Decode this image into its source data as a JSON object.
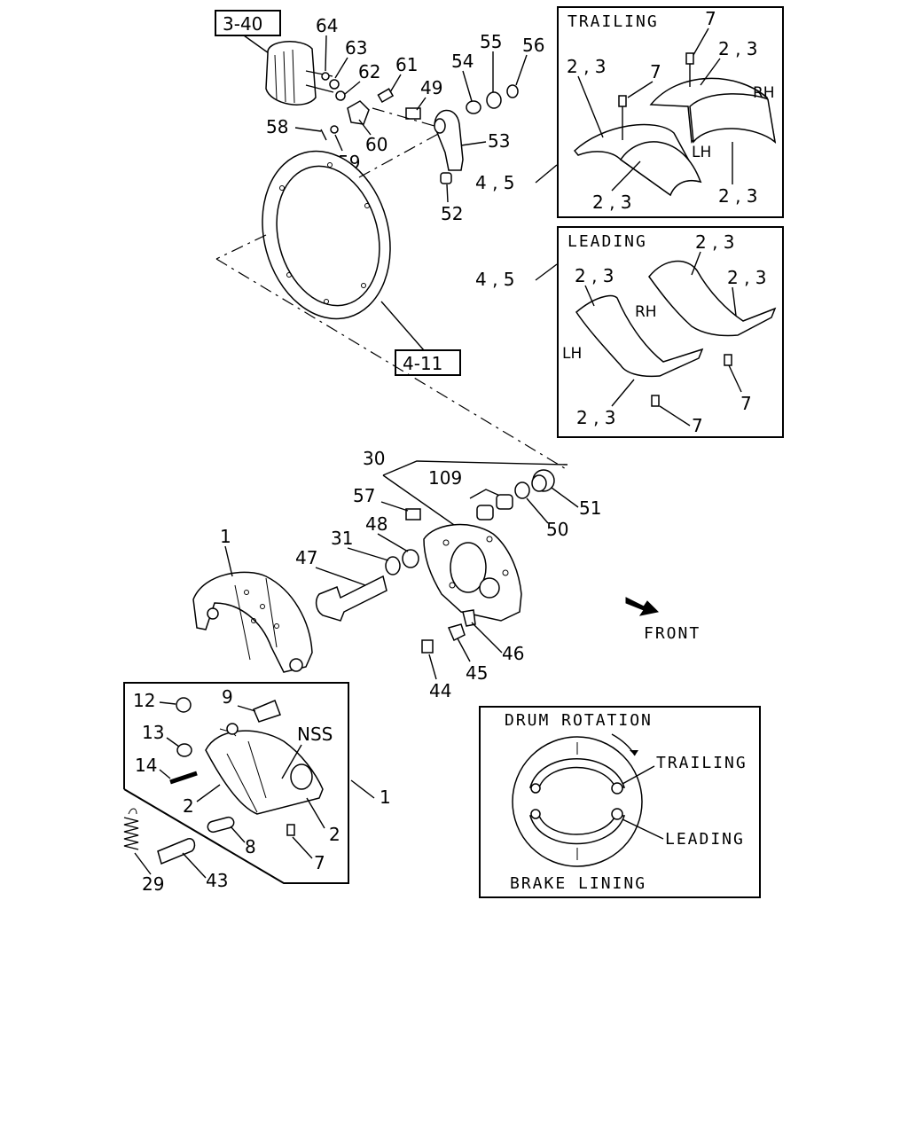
{
  "refs": {
    "r_3_40": "3-40",
    "r_4_11": "4-11"
  },
  "callouts": {
    "c64": "64",
    "c63": "63",
    "c62": "62",
    "c61": "61",
    "c49": "49",
    "c54": "54",
    "c55": "55",
    "c56": "56",
    "c58": "58",
    "c59": "59",
    "c60": "60",
    "c53": "53",
    "c52": "52",
    "c45_top": "4 , 5",
    "c45_mid": "4 , 5",
    "c30": "30",
    "c109": "109",
    "c57": "57",
    "c51": "51",
    "c50": "50",
    "c48": "48",
    "c31": "31",
    "c47": "47",
    "c1_top": "1",
    "c46": "46",
    "c45": "45",
    "c44": "44",
    "c12": "12",
    "c9": "9",
    "c13": "13",
    "c14": "14",
    "c2a": "2",
    "c2b": "2",
    "c8": "8",
    "c7_bot": "7",
    "c1_right": "1",
    "c29": "29",
    "c43": "43",
    "nss": "NSS"
  },
  "trailing_box": {
    "title": "TRAILING",
    "c7a": "7",
    "c7b": "7",
    "c23a": "2 , 3",
    "c23b": "2 , 3",
    "c23c": "2 , 3",
    "c23d": "2 , 3",
    "lh": "LH",
    "rh": "RH"
  },
  "leading_box": {
    "title": "LEADING",
    "c23a": "2 , 3",
    "c23b": "2 , 3",
    "c23c": "2 , 3",
    "c23d": "2 , 3",
    "c7a": "7",
    "c7b": "7",
    "lh": "LH",
    "rh": "RH"
  },
  "front_label": "FRONT",
  "legend": {
    "title": "DRUM ROTATION",
    "trailing": "TRAILING",
    "leading": "LEADING",
    "footer": "BRAKE LINING"
  }
}
